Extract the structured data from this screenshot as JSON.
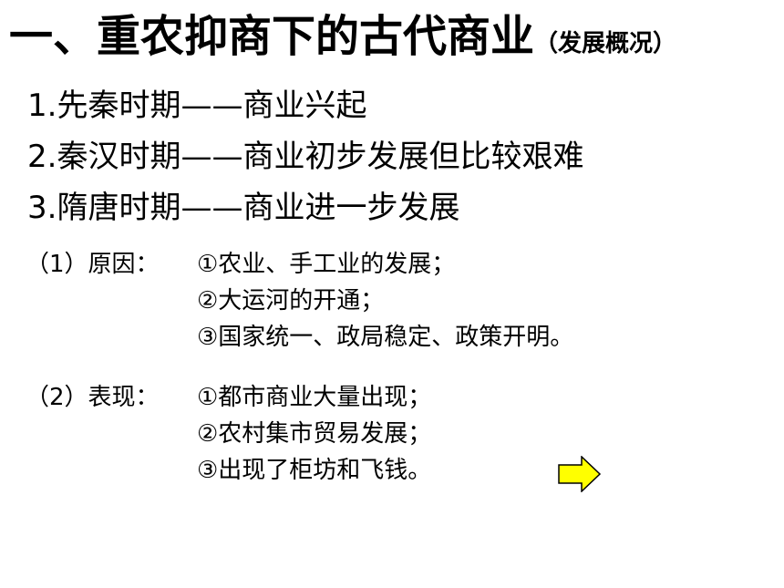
{
  "title": {
    "main": "一、重农抑商下的古代商业",
    "sub": "（发展概况）"
  },
  "periods": [
    "1.先秦时期——商业兴起",
    "2.秦汉时期——商业初步发展但比较艰难",
    "3.隋唐时期——商业进一步发展"
  ],
  "reasons": {
    "label": "（1）原因：",
    "items": [
      "①农业、手工业的发展；",
      "②大运河的开通；",
      "③国家统一、政局稳定、政策开明。"
    ]
  },
  "manifestations": {
    "label": "（2）表现：",
    "items": [
      "①都市商业大量出现；",
      "②农村集市贸易发展；",
      "③出现了柜坊和飞钱。"
    ]
  },
  "colors": {
    "arrow_fill": "#FFFF00",
    "arrow_stroke": "#000000"
  },
  "icons": {
    "next": "right-arrow-icon"
  }
}
